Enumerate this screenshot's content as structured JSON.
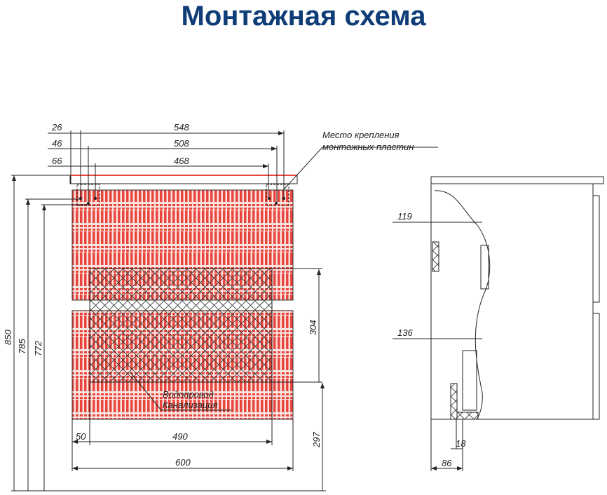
{
  "title": "Монтажная схема",
  "colors": {
    "title": "#0f3d78",
    "front_fill": "#e8453c"
  },
  "front_view": {
    "top_dims": [
      "26",
      "548",
      "46",
      "508",
      "66",
      "468"
    ],
    "callout": [
      "Место крепления",
      "монтажных пластин"
    ],
    "pipes": [
      "Водопровод",
      "Канализация"
    ],
    "left_dims": [
      "850",
      "785",
      "772"
    ],
    "right_dims": [
      "304",
      "297"
    ],
    "bottom_dims": [
      "50",
      "490",
      "600"
    ]
  },
  "side_view": {
    "dims": [
      "119",
      "136",
      "18",
      "86"
    ]
  }
}
